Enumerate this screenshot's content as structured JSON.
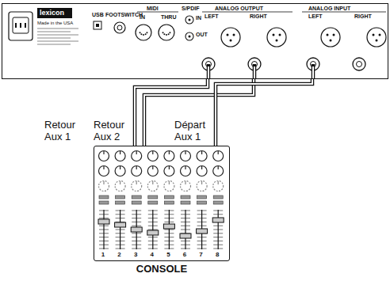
{
  "diagram": {
    "nodes": [
      {
        "text": [
          "lexicon",
          "Made in the USA",
          "USB",
          "FOOTSWITCH",
          "MIDI",
          "IN",
          "THRU",
          "S/PDIF",
          "IN",
          "OUT",
          "ANALOG OUTPUT",
          "LEFT",
          "RIGHT",
          "ANALOG INPUT",
          "LEFT",
          "RIGHT"
        ]
      },
      {
        "text": [
          "CONSOLE"
        ]
      }
    ],
    "edges": [
      {
        "from": 0,
        "to": 1,
        "label": "Retour Aux 1",
        "arrow": "none"
      },
      {
        "from": 0,
        "to": 1,
        "label": "Retour Aux 2",
        "arrow": "none"
      },
      {
        "from": 1,
        "to": 0,
        "label": "Départ Aux 1",
        "arrow": "none"
      }
    ],
    "labels": [
      "1",
      "2",
      "3",
      "4",
      "5",
      "6",
      "7",
      "8"
    ]
  }
}
